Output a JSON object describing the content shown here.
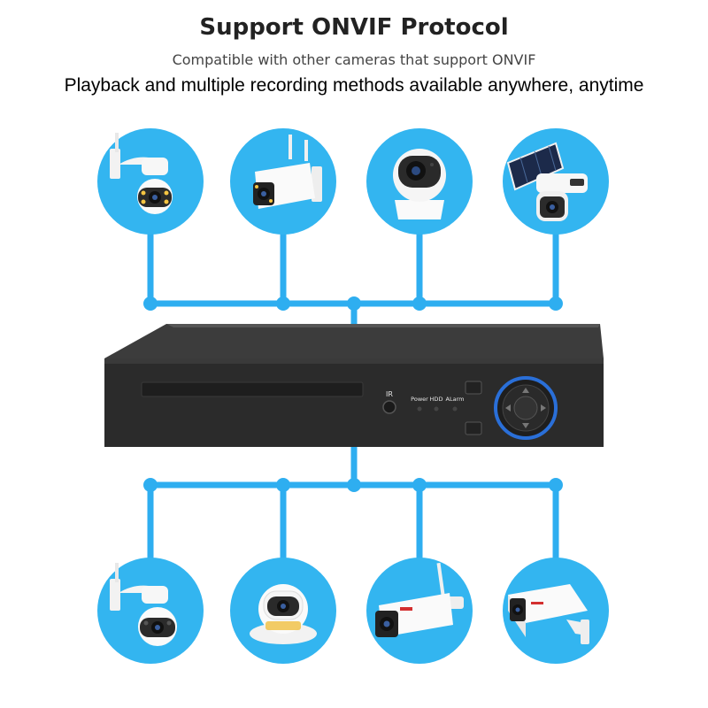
{
  "header": {
    "title": "Support ONVIF Protocol",
    "subtitle": "Compatible with other cameras that support ONVIF",
    "tagline": "Playback and multiple recording methods available anywhere, anytime"
  },
  "dvr": {
    "ir_label": "IR",
    "power_label": "Power",
    "hdd_label": "HDD",
    "alarm_label": "ALarm"
  },
  "colors": {
    "accent_blue": "#33b5f0",
    "device_body": "#2a2a2a",
    "line_blue": "#2eaef0"
  },
  "cameras_top": [
    {
      "icon": "ptz-dome-camera-icon"
    },
    {
      "icon": "bullet-wifi-camera-icon"
    },
    {
      "icon": "indoor-cube-camera-icon"
    },
    {
      "icon": "solar-ptz-camera-icon"
    }
  ],
  "cameras_bottom": [
    {
      "icon": "ptz-dome-camera-icon"
    },
    {
      "icon": "turret-dome-camera-icon"
    },
    {
      "icon": "bullet-wifi-camera-icon"
    },
    {
      "icon": "box-bullet-camera-icon"
    }
  ]
}
